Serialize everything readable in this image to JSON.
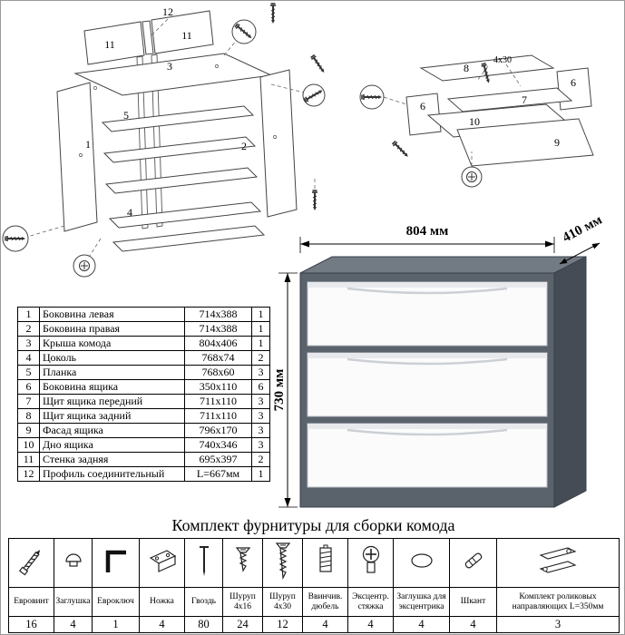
{
  "sheet": {
    "hardware_title": "Комплект фурнитуры для сборки комода"
  },
  "dimensions": {
    "width": "804 мм",
    "depth": "410 мм",
    "height": "730 мм"
  },
  "diagram_carcass": {
    "labels": {
      "p1": "1",
      "p2": "2",
      "p3": "3",
      "p4": "4",
      "p5": "5",
      "p11a": "11",
      "p11b": "11",
      "p12": "12"
    }
  },
  "diagram_drawer": {
    "labels": {
      "p6a": "6",
      "p6b": "6",
      "p7": "7",
      "p8": "8",
      "p9": "9",
      "p10": "10"
    },
    "screw_note": "4x30"
  },
  "parts_table": {
    "rows": [
      {
        "num": "1",
        "name": "Боковина левая",
        "size": "714x388",
        "qty": "1"
      },
      {
        "num": "2",
        "name": "Боковина правая",
        "size": "714x388",
        "qty": "1"
      },
      {
        "num": "3",
        "name": "Крыша комода",
        "size": "804x406",
        "qty": "1"
      },
      {
        "num": "4",
        "name": "Цоколь",
        "size": "768x74",
        "qty": "2"
      },
      {
        "num": "5",
        "name": "Планка",
        "size": "768x60",
        "qty": "3"
      },
      {
        "num": "6",
        "name": "Боковина ящика",
        "size": "350x110",
        "qty": "6"
      },
      {
        "num": "7",
        "name": "Щит ящика передний",
        "size": "711x110",
        "qty": "3"
      },
      {
        "num": "8",
        "name": "Щит ящика задний",
        "size": "711x110",
        "qty": "3"
      },
      {
        "num": "9",
        "name": "Фасад ящика",
        "size": "796x170",
        "qty": "3"
      },
      {
        "num": "10",
        "name": "Дно ящика",
        "size": "740x346",
        "qty": "3"
      },
      {
        "num": "11",
        "name": "Стенка задняя",
        "size": "695x397",
        "qty": "2"
      },
      {
        "num": "12",
        "name": "Профиль соединительный",
        "size": "L=667мм",
        "qty": "1"
      }
    ]
  },
  "hardware": {
    "items": [
      {
        "icon": "euroscrew-icon",
        "label": "Евровинт",
        "qty": "16"
      },
      {
        "icon": "plug-icon",
        "label": "Заглушка",
        "qty": "4"
      },
      {
        "icon": "hexkey-icon",
        "label": "Евроключ",
        "qty": "1"
      },
      {
        "icon": "leg-icon",
        "label": "Ножка",
        "qty": "4"
      },
      {
        "icon": "nail-icon",
        "label": "Гвоздь",
        "qty": "80"
      },
      {
        "icon": "screw-short-icon",
        "label": "Шуруп 4x16",
        "qty": "24"
      },
      {
        "icon": "screw-long-icon",
        "label": "Шуруп 4x30",
        "qty": "12"
      },
      {
        "icon": "dowel-screw-icon",
        "label": "Ввинчив. дюбель",
        "qty": "4"
      },
      {
        "icon": "cam-lock-icon",
        "label": "Эксцентр. стяжка",
        "qty": "4"
      },
      {
        "icon": "cam-cover-icon",
        "label": "Заглушка для эксцентрика",
        "qty": "4"
      },
      {
        "icon": "wood-dowel-icon",
        "label": "Шкант",
        "qty": "4"
      },
      {
        "icon": "drawer-slides-icon",
        "label": "Комплект роликовых направляющих L=350мм",
        "qty": "3"
      }
    ]
  }
}
